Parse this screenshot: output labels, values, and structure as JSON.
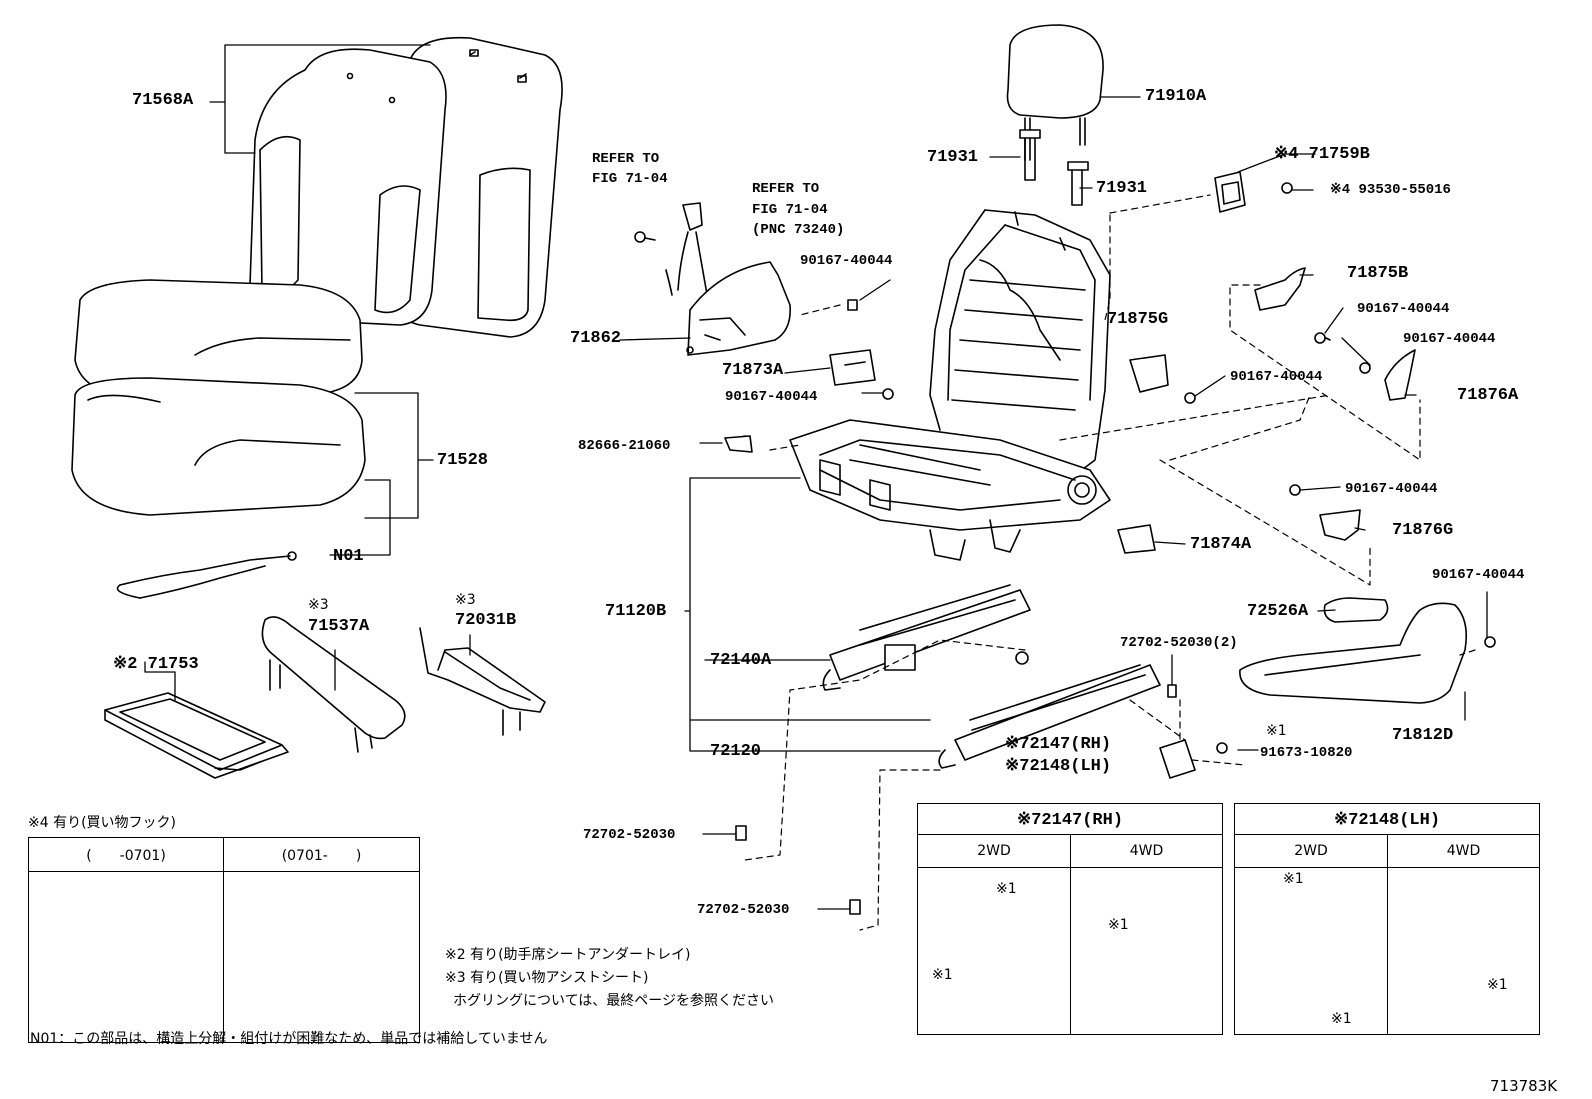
{
  "parts": {
    "p71568A": "71568A",
    "p71528": "71528",
    "pN01": "N01",
    "p71753": "※2 71753",
    "p71537A_note": "※3",
    "p71537A": "71537A",
    "p72031B_note": "※3",
    "p72031B": "72031B",
    "refer1_l1": "REFER TO",
    "refer1_l2": "FIG 71-04",
    "refer2_l1": "REFER TO",
    "refer2_l2": "FIG 71-04",
    "refer2_l3": "(PNC 73240)",
    "p71862": "71862",
    "p90167_a": "90167-40044",
    "p71873A": "71873A",
    "p90167_b": "90167-40044",
    "p82666": "82666-21060",
    "p71120B": "71120B",
    "p72140A": "72140A",
    "p72120": "72120",
    "p72702_a": "72702-52030",
    "p72702_b": "72702-52030",
    "p71910A": "71910A",
    "p71931_a": "71931",
    "p71931_b": "71931",
    "p71759B": "※4 71759B",
    "p93530": "※4 93530-55016",
    "p71875B": "71875B",
    "p90167_c": "90167-40044",
    "p71875G": "71875G",
    "p90167_d": "90167-40044",
    "p90167_e": "90167-40044",
    "p71876A": "71876A",
    "p90167_f": "90167-40044",
    "p71876G": "71876G",
    "p71874A": "71874A",
    "p90167_g": "90167-40044",
    "p72526A": "72526A",
    "p71812D": "71812D",
    "p72702_c": "72702-52030(2)",
    "p72147": "※72147(RH)",
    "p72148": "※72148(LH)",
    "p91673_note": "※1",
    "p91673": "91673-10820"
  },
  "table4": {
    "title": "※4 有り(買い物フック)",
    "col1": "(　　-0701)",
    "col2": "(0701-　　)"
  },
  "table72147": {
    "title": "※72147(RH)",
    "col1": "2WD",
    "col2": "4WD",
    "mark": "※1"
  },
  "table72148": {
    "title": "※72148(LH)",
    "col1": "2WD",
    "col2": "4WD",
    "mark": "※1"
  },
  "notes": {
    "n2": "※2 有り(助手席シートアンダートレイ)",
    "n3": "※3 有り(買い物アシストシート)",
    "hog": "ホグリングについては、最終ページを参照ください",
    "n01": "N01：この部品は、構造上分解・組付けが困難なため、単品では補給していません"
  },
  "figure_id": "713783K"
}
